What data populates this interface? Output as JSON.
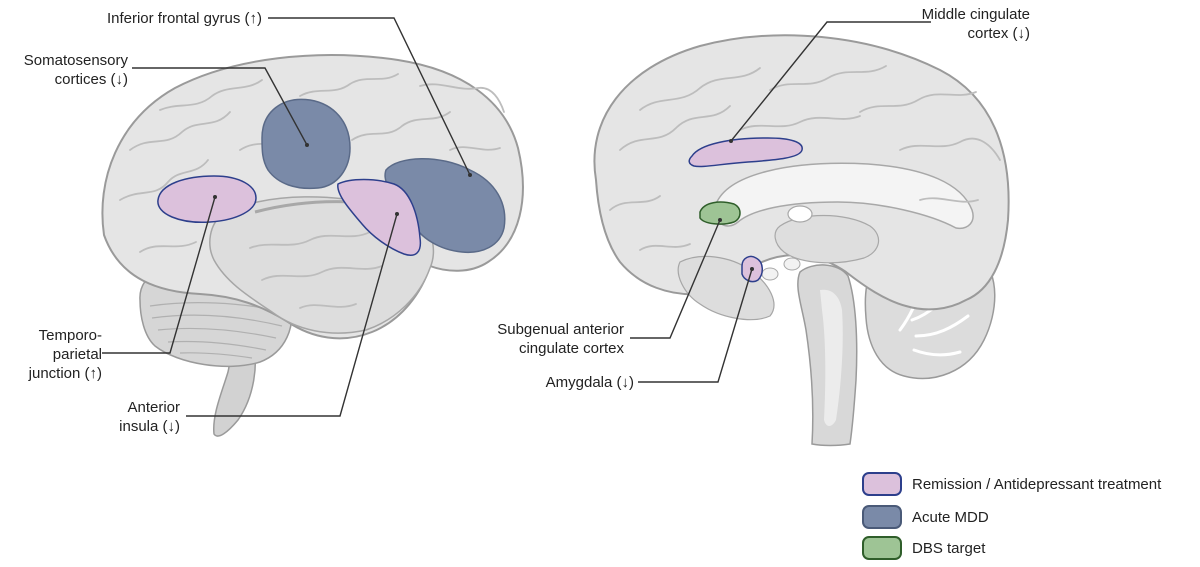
{
  "labels": {
    "inferior_frontal": "Inferior frontal gyrus (↑)",
    "somatosensory": [
      "Somatosensory",
      "cortices (↓)"
    ],
    "temporoparietal": [
      "Temporo-",
      "parietal",
      "junction (↑)"
    ],
    "anterior_insula": [
      "Anterior",
      "insula (↓)"
    ],
    "middle_cingulate": [
      "Middle cingulate",
      "cortex (↓)"
    ],
    "subgenual": [
      "Subgenual anterior",
      "cingulate cortex"
    ],
    "amygdala": "Amygdala (↓)"
  },
  "legend": [
    {
      "label": "Remission / Antidepressant treatment",
      "fill": "#dcc1dc",
      "stroke": "#2d3f8c"
    },
    {
      "label": "Acute MDD",
      "fill": "#7a8aa8",
      "stroke": "#4a5a78"
    },
    {
      "label": "DBS target",
      "fill": "#9ec495",
      "stroke": "#2f5e2a"
    }
  ],
  "colors": {
    "brain_fill": "#e4e4e4",
    "brain_outline": "#9a9a9a",
    "leader_line": "#333333"
  }
}
